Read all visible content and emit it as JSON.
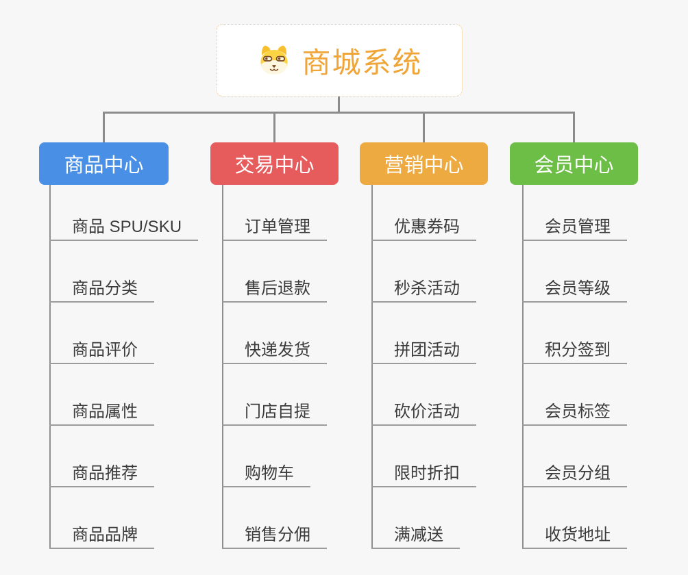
{
  "root": {
    "title": "商城系统",
    "icon": "dog-face-icon",
    "text_color": "#f0a538",
    "border_color": "#f3c377",
    "background": "#ffffff"
  },
  "connector_color": "#8c8c8c",
  "leaf_text_color": "#3b3b3b",
  "leaf_underline_color": "#9b9b9b",
  "page_background": "#f7f7f8",
  "branches": [
    {
      "label": "商品中心",
      "color": "#4a8fe6",
      "items": [
        "商品 SPU/SKU",
        "商品分类",
        "商品评价",
        "商品属性",
        "商品推荐",
        "商品品牌"
      ]
    },
    {
      "label": "交易中心",
      "color": "#e65c5c",
      "items": [
        "订单管理",
        "售后退款",
        "快递发货",
        "门店自提",
        "购物车",
        "销售分佣"
      ]
    },
    {
      "label": "营销中心",
      "color": "#edaa41",
      "items": [
        "优惠券码",
        "秒杀活动",
        "拼团活动",
        "砍价活动",
        "限时折扣",
        "满减送"
      ]
    },
    {
      "label": "会员中心",
      "color": "#6dbe47",
      "items": [
        "会员管理",
        "会员等级",
        "积分签到",
        "会员标签",
        "会员分组",
        "收货地址"
      ]
    }
  ]
}
